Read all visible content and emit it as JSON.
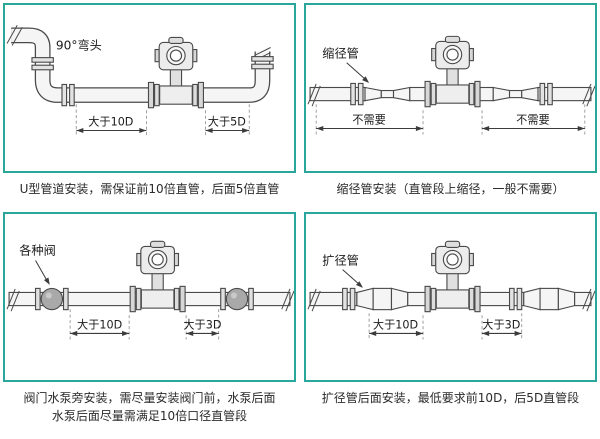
{
  "page": {
    "background": "#ffffff"
  },
  "colors": {
    "panel_border": "#2aa79c",
    "line": "#4a4a4a",
    "caption_text": "#2b2b2b"
  },
  "panels": [
    {
      "name": "u-pipe-install",
      "callout": "90°弯头",
      "dim_left": "大于10D",
      "dim_right": "大于5D",
      "caption": "U型管道安装，需保证前10倍直管，后面5倍直管"
    },
    {
      "name": "reducer-install",
      "callout": "缩径管",
      "dim_left": "不需要",
      "dim_right": "不需要",
      "caption": "缩径管安装（直管段上缩径，一般不需要）"
    },
    {
      "name": "valve-pump-install",
      "callout": "各种阀",
      "dim_left": "大于10D",
      "dim_right": "大于3D",
      "caption": "阀门水泵旁安装，需尽量安装阀门前，水泵后面",
      "caption2": "水泵后面尽量需满足10倍口径直管段"
    },
    {
      "name": "expander-install",
      "callout": "扩径管",
      "dim_left": "大于10D",
      "dim_right": "大于3D",
      "caption": "扩径管后面安装，最低要求前10D，后5D直管段"
    }
  ]
}
